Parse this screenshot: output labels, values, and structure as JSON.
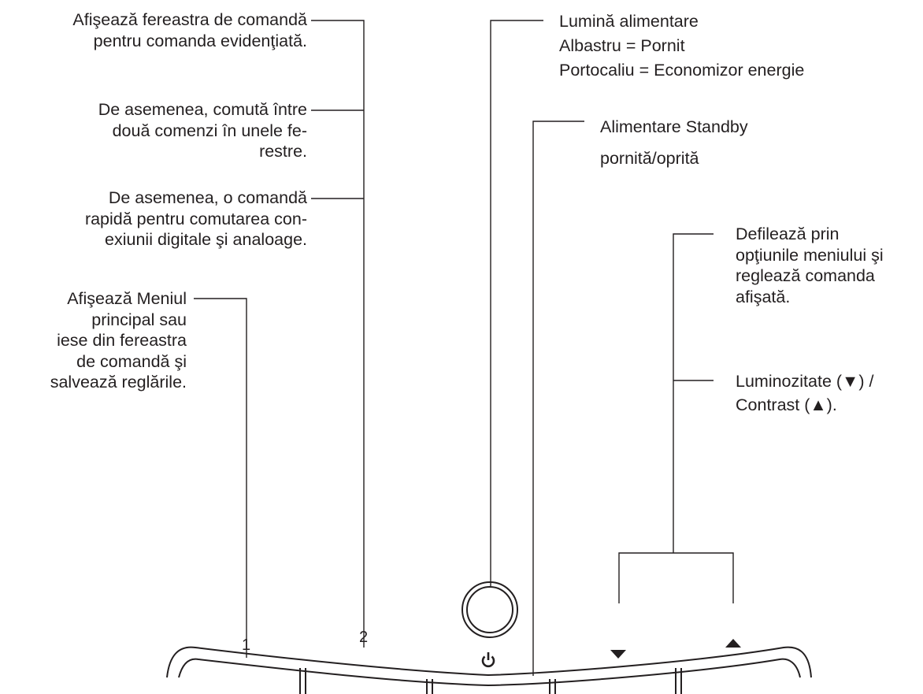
{
  "labels": {
    "button1_function": [
      "Afişează fereastra de comandă",
      "pentru comanda evidenţiată."
    ],
    "button2_toggle": [
      "De asemenea, comută între",
      "două comenzi în unele fe-",
      "restre."
    ],
    "button2_shortcut": [
      "De asemenea, o comandă",
      "rapidă pentru comutarea con-",
      "exiunii digitale şi analoage."
    ],
    "button1_menu": [
      "Afişează Meniul",
      "principal sau",
      "iese din fereastra",
      "de comandă şi",
      "salvează reglările."
    ],
    "power_light": [
      "Lumină alimentare",
      "Albastru = Pornit",
      "Portocaliu = Economizor energie"
    ],
    "standby": [
      "Alimentare Standby",
      "pornită/oprită"
    ],
    "scroll": [
      "Defilează prin",
      "opţiunile meniului şi",
      "reglează comanda",
      "afişată."
    ],
    "brightness_contrast": [
      "Luminozitate (▼) /",
      "Contrast (▲)."
    ]
  },
  "buttons": {
    "button1": "1",
    "button2": "2",
    "power_icon": "power-icon",
    "down_icon": "down-arrow-icon",
    "up_icon": "up-arrow-icon"
  },
  "colors": {
    "ink": "#231f20",
    "background": "#ffffff"
  }
}
